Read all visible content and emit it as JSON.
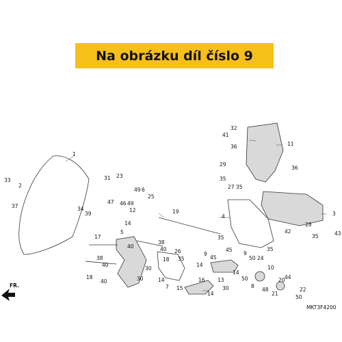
{
  "banner": {
    "text": "Na obrázku díl číslo 9",
    "color": "#f6bf1a"
  },
  "diagram": {
    "code": "MKT3F4200",
    "fr_label": "FR.",
    "callouts": {
      "c1": "1",
      "c2": "2",
      "c3": "3",
      "c4": "4",
      "c5": "5",
      "c6": "6",
      "c7": "7",
      "c8": "8",
      "c9a": "9",
      "c9b": "9",
      "c10": "10",
      "c11": "11",
      "c12": "12",
      "c13": "13",
      "c14a": "14",
      "c14b": "14",
      "c14c": "14",
      "c14d": "14",
      "c14e": "14",
      "c15": "15",
      "c16": "16",
      "c17": "17",
      "c18a": "18",
      "c18b": "18",
      "c19": "19",
      "c20": "20",
      "c21": "21",
      "c22": "22",
      "c23": "23",
      "c24": "24",
      "c25": "25",
      "c26": "26",
      "c27": "27",
      "c28": "28",
      "c29": "29",
      "c30a": "30",
      "c30b": "30",
      "c31": "31",
      "c32": "32",
      "c33": "33",
      "c34": "34",
      "c35a": "35",
      "c35b": "35",
      "c35c": "35",
      "c36a": "36",
      "c36b": "36",
      "c37": "37",
      "c38a": "38",
      "c38b": "38",
      "c39": "39",
      "c40a": "40",
      "c40b": "40",
      "c40c": "40",
      "c41": "41",
      "c42": "42",
      "c43": "43",
      "c44": "44",
      "c45a": "45",
      "c45b": "45",
      "c46": "46",
      "c47": "47",
      "c48": "48",
      "c49a": "49",
      "c49b": "49",
      "c50a": "50",
      "c50b": "50",
      "c50c": "50"
    }
  }
}
